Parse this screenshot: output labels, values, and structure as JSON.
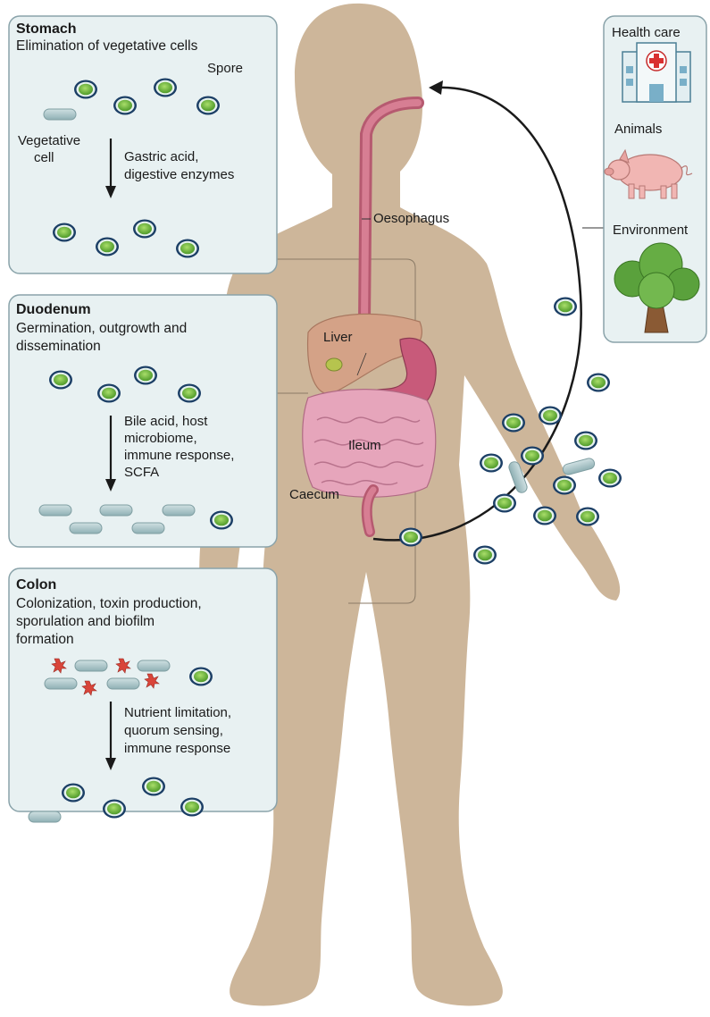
{
  "stomach": {
    "title": "Stomach",
    "subtitle": "Elimination of vegetative cells",
    "spore_label": "Spore",
    "vegetative_label_1": "Vegetative",
    "vegetative_label_2": "cell",
    "process_1": "Gastric acid,",
    "process_2": "digestive enzymes"
  },
  "duodenum": {
    "title": "Duodenum",
    "subtitle_1": "Germination, outgrowth and",
    "subtitle_2": "dissemination",
    "process_1": "Bile acid, host",
    "process_2": "microbiome,",
    "process_3": "immune response,",
    "process_4": "SCFA"
  },
  "colon": {
    "title": "Colon",
    "subtitle_1": "Colonization, toxin production,",
    "subtitle_2": "sporulation and biofilm",
    "subtitle_3": "formation",
    "process_1": "Nutrient limitation,",
    "process_2": "quorum sensing,",
    "process_3": "immune response"
  },
  "body_labels": {
    "oesophagus": "Oesophagus",
    "liver": "Liver",
    "ileum": "Ileum",
    "caecum": "Caecum"
  },
  "sources": {
    "health_care": "Health care",
    "animals": "Animals",
    "environment": "Environment"
  },
  "colors": {
    "skin": "#cdb69a",
    "panel_fill": "#e8f1f2",
    "spore_core": "#6fb83a",
    "spore_ring": "#1c3f66",
    "vegetative_cell": "#a9c3c6",
    "gut": "#d88ea6",
    "toxin": "#d9453a"
  }
}
